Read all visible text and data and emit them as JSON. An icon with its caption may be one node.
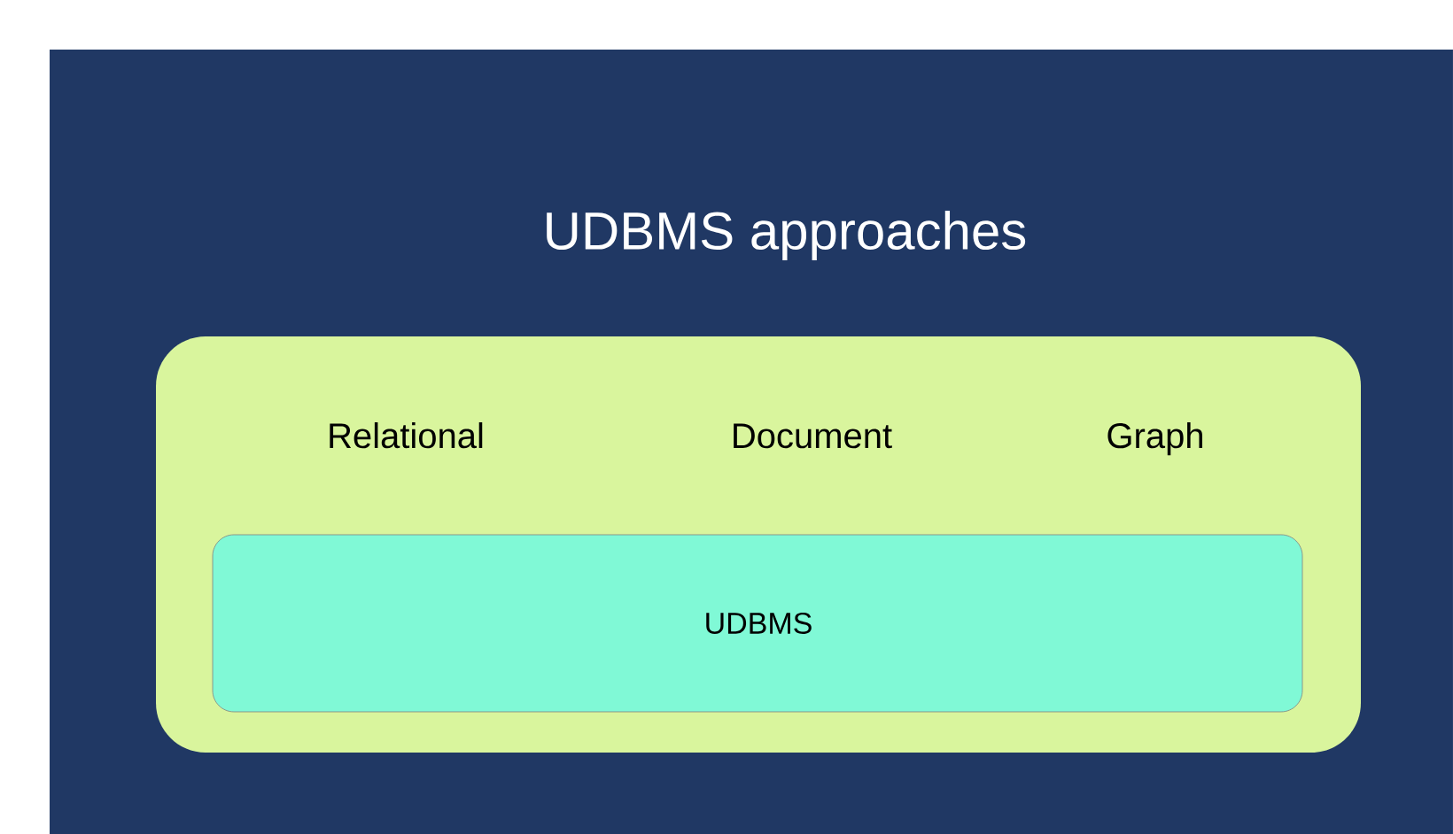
{
  "diagram": {
    "title": "UDBMS approaches",
    "nodes": [
      {
        "text": [
          "Relational",
          "Document",
          "Graph"
        ]
      },
      {
        "text": [
          "UDBMS"
        ],
        "in": 0
      }
    ]
  }
}
